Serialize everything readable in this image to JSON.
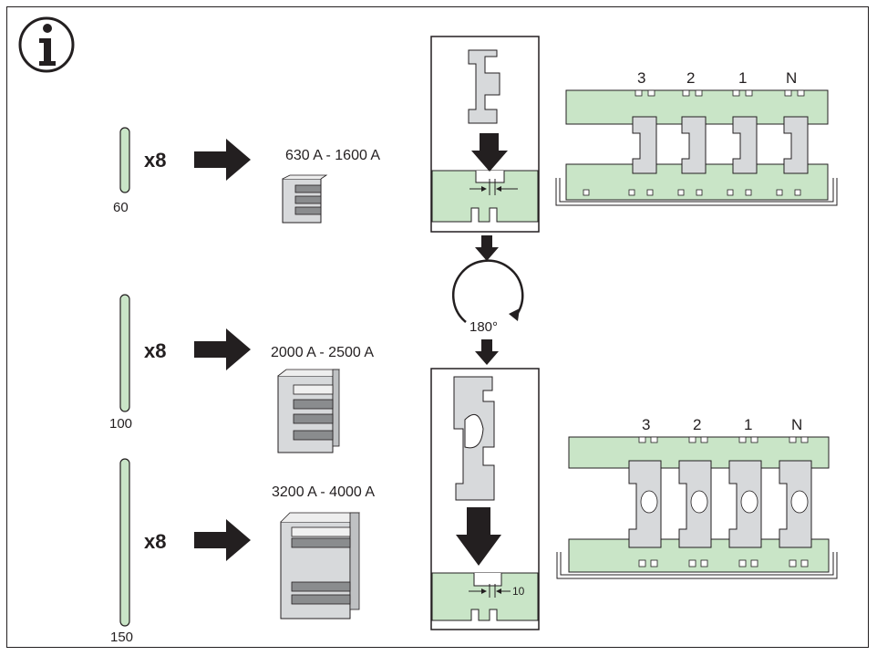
{
  "info_icon": "info-icon",
  "rods": [
    {
      "quantity": "x8",
      "length": "60",
      "range": "630 A - 1600 A"
    },
    {
      "quantity": "x8",
      "length": "100",
      "range": "2000 A - 2500 A"
    },
    {
      "quantity": "x8",
      "length": "150",
      "range": "3200 A - 4000 A"
    }
  ],
  "rotation_label": "180°",
  "gap_label": "10",
  "phases_top": [
    "3",
    "2",
    "1",
    "N"
  ],
  "phases_bottom": [
    "3",
    "2",
    "1",
    "N"
  ],
  "colors": {
    "green_fill": "#c9e5c7",
    "metal_light": "#d7d9db",
    "metal_dark": "#8a8c8e",
    "line": "#231f20"
  }
}
